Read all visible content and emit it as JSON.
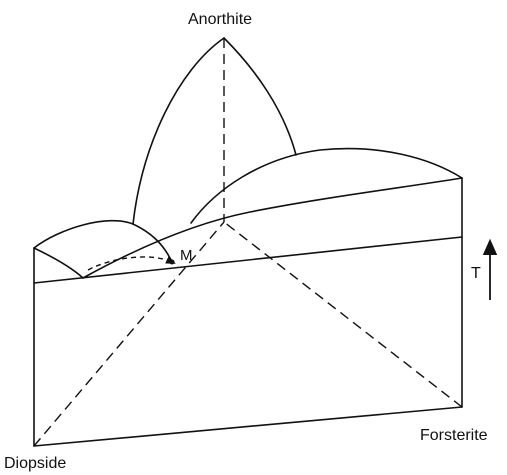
{
  "labels": {
    "anorthite": "Anorthite",
    "diopside": "Diopside",
    "forsterite": "Forsterite",
    "eutectic": "M",
    "temperature": "T"
  }
}
